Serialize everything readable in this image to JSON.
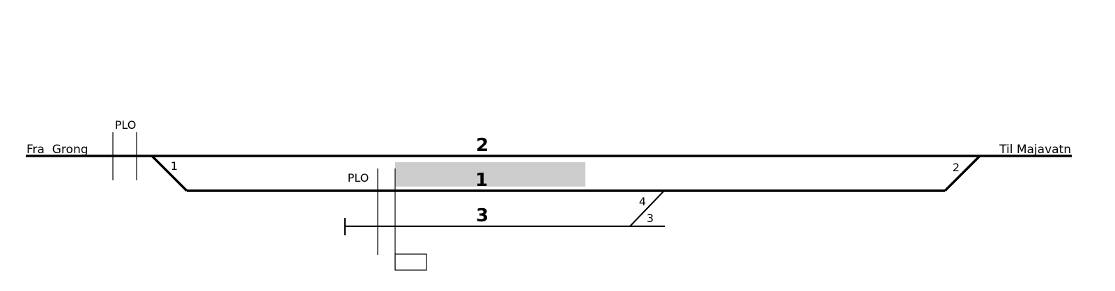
{
  "diagram": {
    "end_labels": {
      "left": "Fra  Grong",
      "right": "Til Majavatn"
    },
    "level_crossing_labels": {
      "a": "PLO",
      "b": "PLO"
    },
    "track_numbers": {
      "main": "2",
      "middle": "1",
      "bottom": "3"
    },
    "switch_numbers": {
      "s1": "1",
      "s2": "2",
      "s3": "3",
      "s4": "4"
    },
    "colors": {
      "line": "#000000",
      "platform": "#cccccc",
      "background": "#ffffff"
    }
  }
}
